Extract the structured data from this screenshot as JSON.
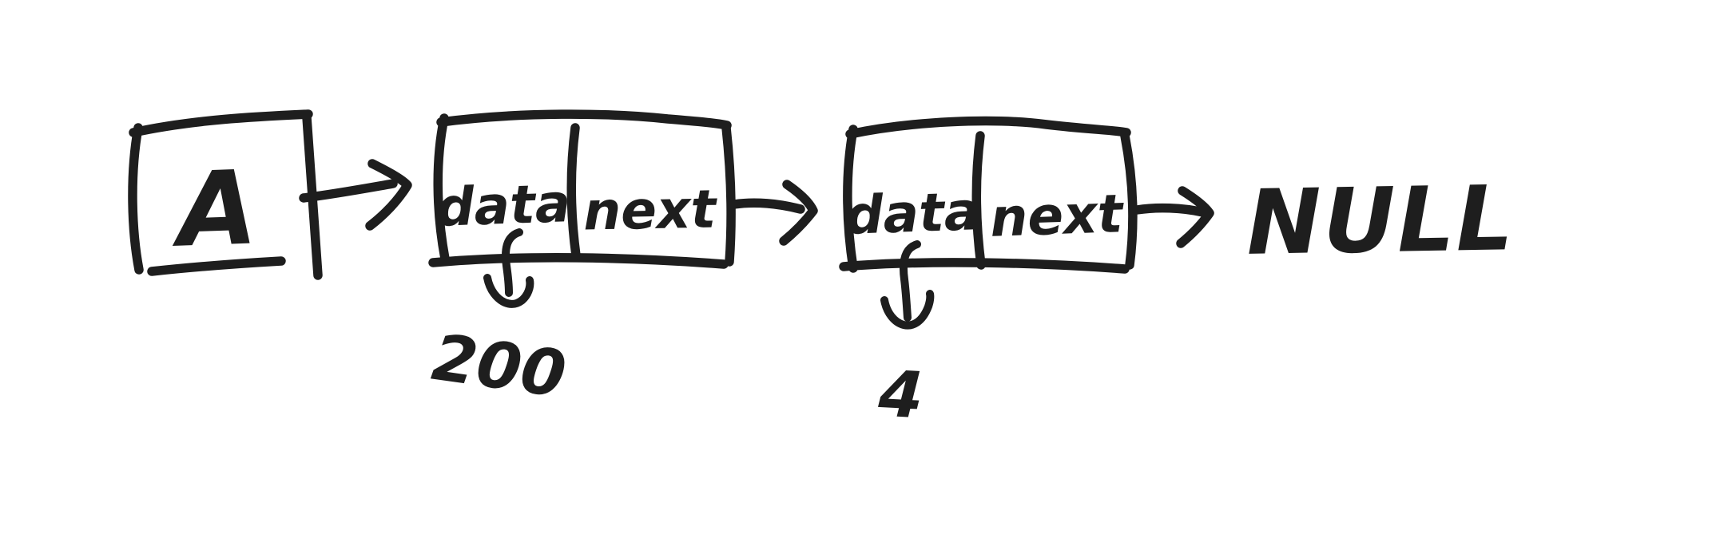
{
  "background": "#ffffff",
  "ink_color": "#1e1e1e",
  "diagram": {
    "type": "linked-list-sketch",
    "head": {
      "label": "A"
    },
    "nodes": [
      {
        "data_field": "data",
        "next_field": "next",
        "value": "200"
      },
      {
        "data_field": "data",
        "next_field": "next",
        "value": "4"
      }
    ],
    "terminator": {
      "label": "NULL"
    }
  }
}
